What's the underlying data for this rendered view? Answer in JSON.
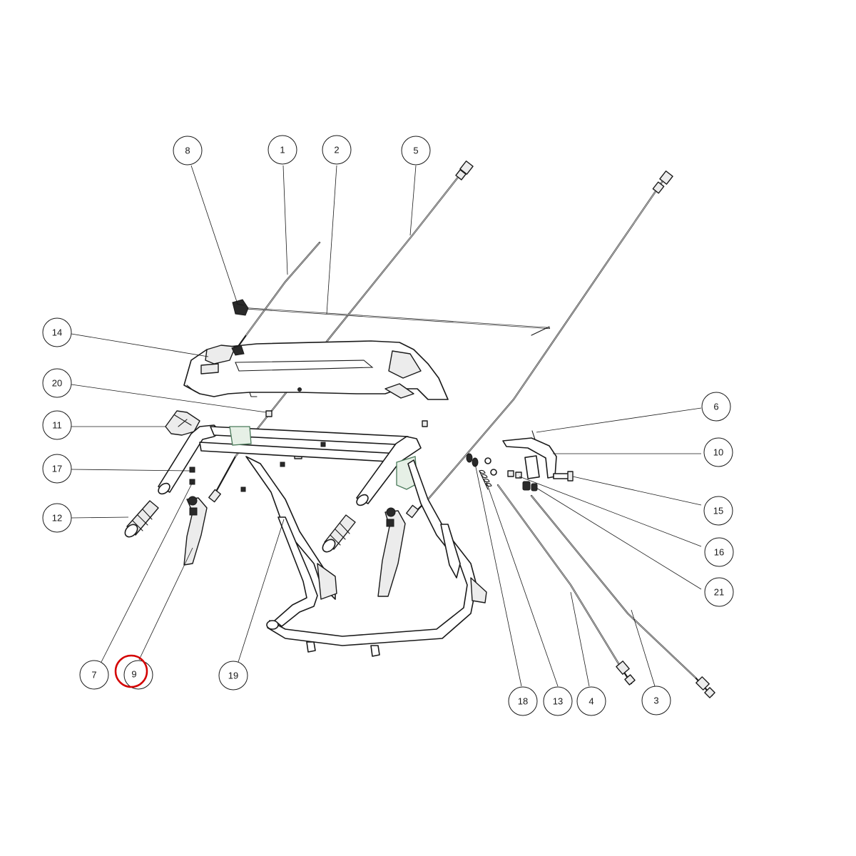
{
  "callouts": [
    {
      "id": "8",
      "label": "8"
    },
    {
      "id": "1",
      "label": "1"
    },
    {
      "id": "2",
      "label": "2"
    },
    {
      "id": "5",
      "label": "5"
    },
    {
      "id": "14",
      "label": "14"
    },
    {
      "id": "20",
      "label": "20"
    },
    {
      "id": "11",
      "label": "11"
    },
    {
      "id": "17",
      "label": "17"
    },
    {
      "id": "12",
      "label": "12"
    },
    {
      "id": "6",
      "label": "6"
    },
    {
      "id": "10",
      "label": "10"
    },
    {
      "id": "15",
      "label": "15"
    },
    {
      "id": "16",
      "label": "16"
    },
    {
      "id": "21",
      "label": "21"
    },
    {
      "id": "7",
      "label": "7"
    },
    {
      "id": "9",
      "label": "9"
    },
    {
      "id": "19",
      "label": "19"
    },
    {
      "id": "18",
      "label": "18"
    },
    {
      "id": "13",
      "label": "13"
    },
    {
      "id": "4",
      "label": "4"
    },
    {
      "id": "3",
      "label": "3"
    }
  ],
  "highlighted_callout": "9",
  "colors": {
    "line": "#1a1a1a",
    "highlight": "#d40000",
    "bracket_tint": "#e6f0e6"
  }
}
